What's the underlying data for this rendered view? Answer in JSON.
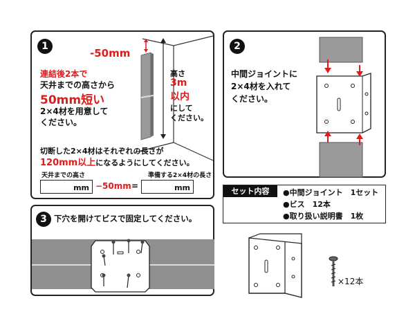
{
  "step1": {
    "number": "1",
    "cut_label": "-50mm",
    "instruction_red": "連結後2本で",
    "instruction_line2": "天井までの高さから",
    "instruction_big": "50mm短い",
    "instruction_line4": "2×4材を用意して",
    "instruction_line5": "ください。",
    "height_label": "高さ",
    "height_value": "3m",
    "height_value2": "以内",
    "height_note1": "にして",
    "height_note2": "ください。",
    "cut_note1": "切断した2×4材はそれぞれの長さが",
    "cut_note_red": "120mm以上",
    "cut_note2": "になるようにしてください。",
    "ceiling_label": "天井までの高さ",
    "prepare_label": "準備する2×4材の長さ",
    "unit": "mm",
    "minus50": "−50mm",
    "equals": "="
  },
  "step2": {
    "number": "2",
    "line1": "中間ジョイントに",
    "line2": "2×4材を入れて",
    "line3": "ください。"
  },
  "step3": {
    "number": "3",
    "text": "下穴を開けてビスで固定してください。"
  },
  "set_contents": {
    "header": "セット内容",
    "items": [
      "●中間ジョイント　1セット",
      "●ビス　12本",
      "●取り扱い説明書　1枚"
    ]
  },
  "screw_count": "×12本",
  "colors": {
    "accent_red": "#e01b1b",
    "wood_gray": "#8f8f8f",
    "dark": "#111111"
  }
}
